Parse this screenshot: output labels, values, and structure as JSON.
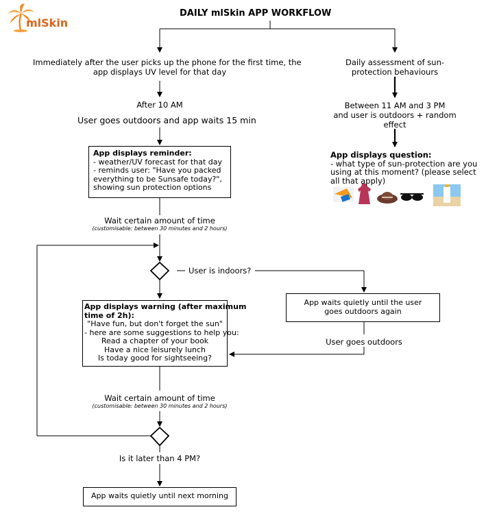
{
  "logo": {
    "text": "mlSkin"
  },
  "title": "DAILY mlSkin APP WORKFLOW",
  "left_flow": {
    "first_pickup": [
      "Immediately after the user picks up the phone for the first time, the",
      "app displays UV level for that day"
    ],
    "after_10am": "After 10 AM",
    "goes_outdoors_wait": "User goes outdoors and app waits 15 min",
    "reminder_box": {
      "heading": "App displays reminder:",
      "lines": [
        "- weather/UV forecast for that day",
        "- reminds user: \"Have you packed",
        "everything to be Sunsafe today?\",",
        " showing sun protection options"
      ]
    },
    "wait_1": "Wait certain amount of time",
    "wait_1_note": "(customisable: between 30 minutes and 2 hours)",
    "indoors_question": "User is indoors?",
    "warning_box": {
      "heading_1": "App displays warning (after maximum",
      "heading_2": "time of 2h):",
      "lines": [
        "\"Have fun, but don't forget the sun\"",
        "- here are some suggestions to help you:",
        "Read a chapter of your book",
        "Have a nice leisurely lunch",
        "Is today good for sightseeing?"
      ]
    },
    "wait_2": "Wait certain amount of time",
    "wait_2_note": "(customisable: between 30 minutes and 2 hours)",
    "later_question": "Is it later than 4 PM?",
    "final_box": "App waits quietly until next morning"
  },
  "right_flow": {
    "assessment": [
      "Daily assessment of sun-",
      "protection behaviours"
    ],
    "between": [
      "Between 11 AM and 3 PM",
      "and user is outdoors + random",
      "effect"
    ],
    "question_heading": "App displays question:",
    "question_lines": [
      "-  what type of sun-protection are you",
      "using at this moment? (please select",
      "all that apply)"
    ],
    "icons": [
      "sunscreen-umbrella-icon",
      "cover-up-dress-icon",
      "sun-hat-icon",
      "sunglasses-icon",
      "sunscreen-bottle-icon"
    ],
    "quiet_box": [
      "App waits quietly until the user",
      "goes outdoors again"
    ],
    "user_goes_outdoors": "User goes outdoors"
  }
}
